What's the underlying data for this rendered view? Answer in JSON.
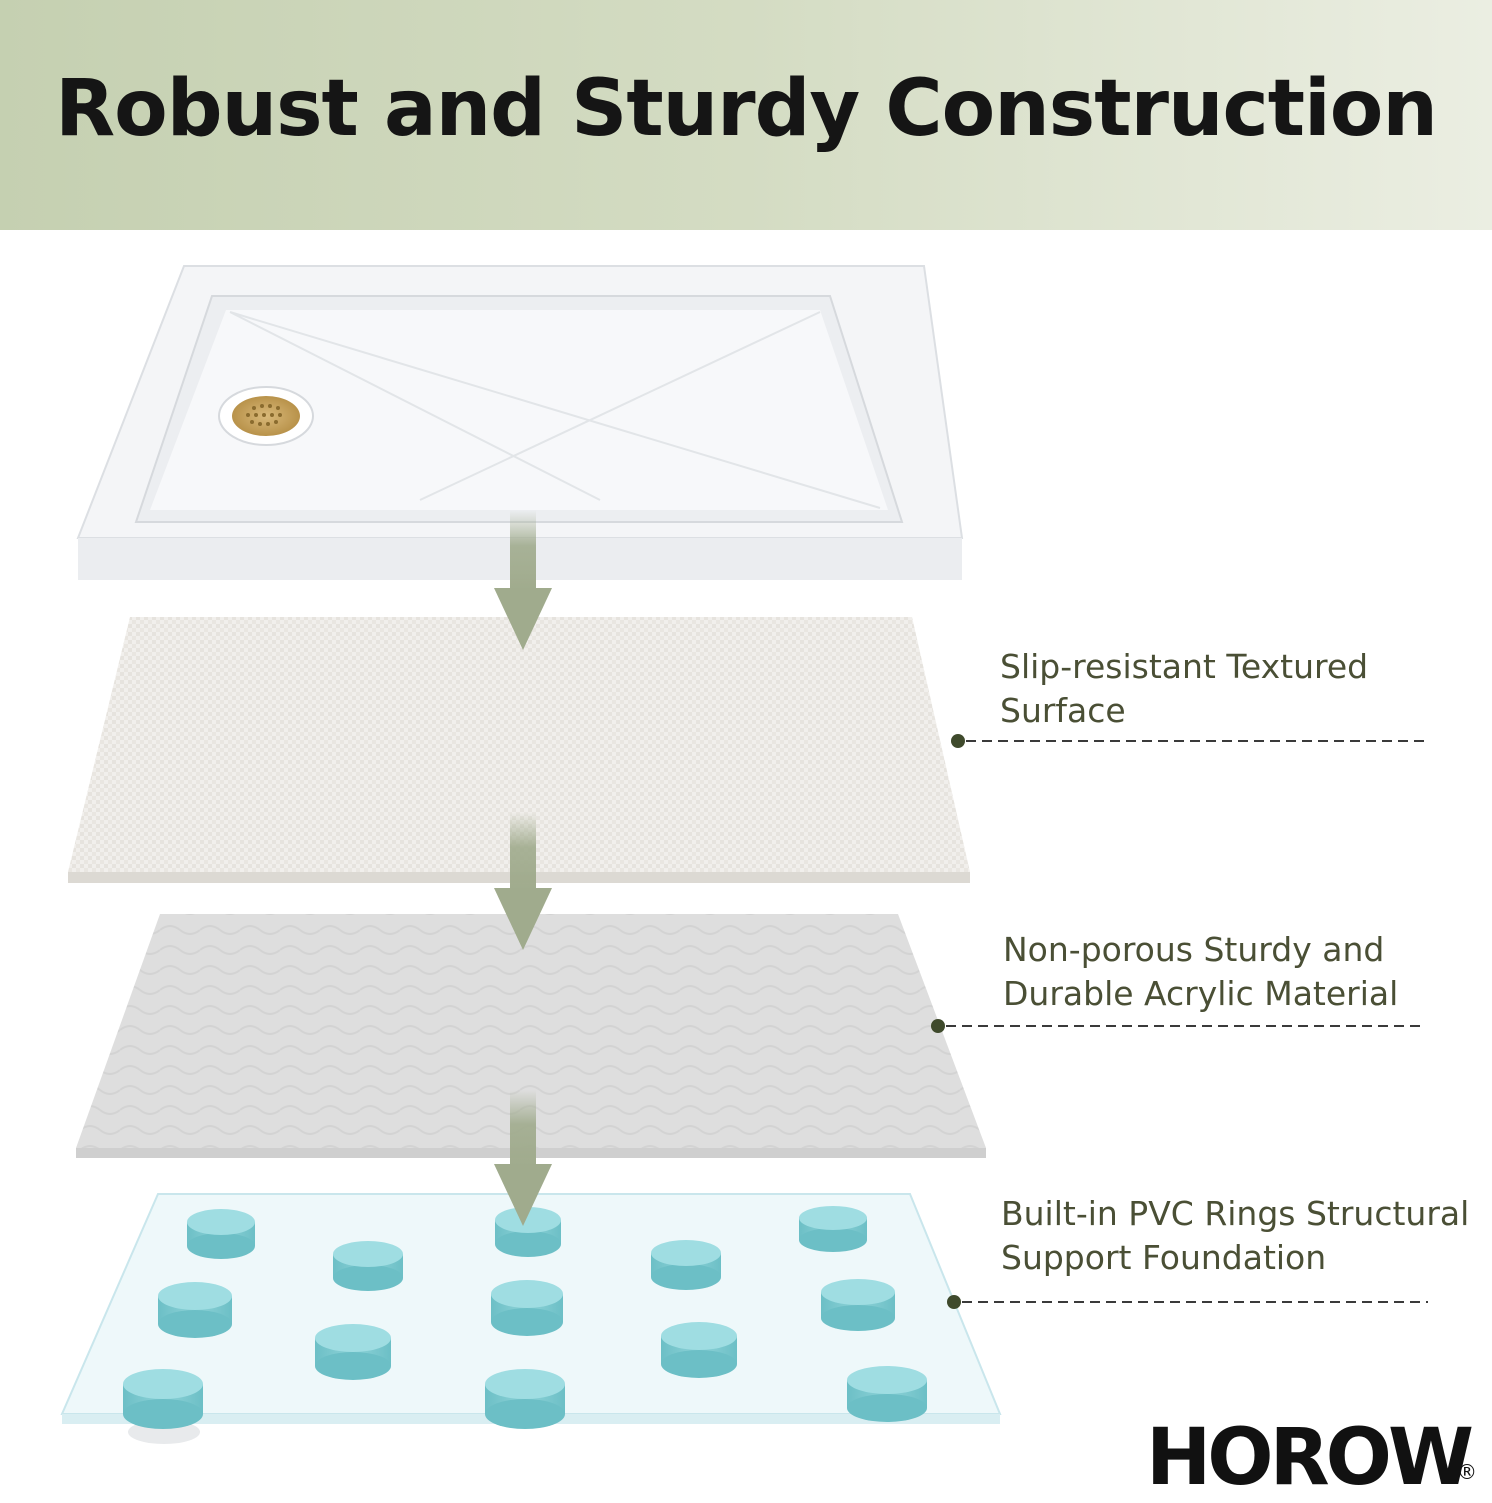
{
  "title": "Robust and Sturdy Construction",
  "callouts": [
    {
      "line1": "Slip-resistant Textured",
      "line2": "Surface"
    },
    {
      "line1": "Non-porous Sturdy and",
      "line2": "Durable Acrylic Material"
    },
    {
      "line1": "Built-in PVC Rings Structural",
      "line2": "Support Foundation"
    }
  ],
  "brand": {
    "name": "HOROW",
    "registered": "®"
  },
  "colors": {
    "banner_start": "#c5d0b1",
    "banner_end": "#ebeee2",
    "arrow": "#a0ab8d",
    "callout_text": "#4a4f35",
    "ring": "#7fc9cf"
  },
  "icons": {
    "drain": "drain-grate-icon",
    "arrow": "arrow-down-icon"
  }
}
